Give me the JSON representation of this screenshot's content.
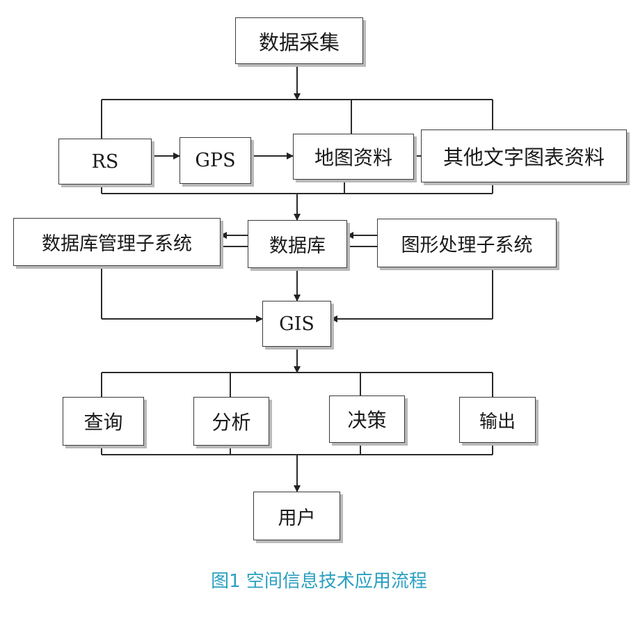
{
  "nodes": {
    "data_collection": "数据采集",
    "rs": "RS",
    "gps": "GPS",
    "map_data": "地图资料",
    "other_text_chart_data": "其他文字图表资料",
    "db_management": "数据库管理子系统",
    "database": "数据库",
    "graphics_processing": "图形处理子系统",
    "gis": "GIS",
    "query": "查询",
    "analysis": "分析",
    "decision": "决策",
    "output": "输出",
    "user": "用户"
  },
  "caption": "图1 空间信息技术应用流程"
}
